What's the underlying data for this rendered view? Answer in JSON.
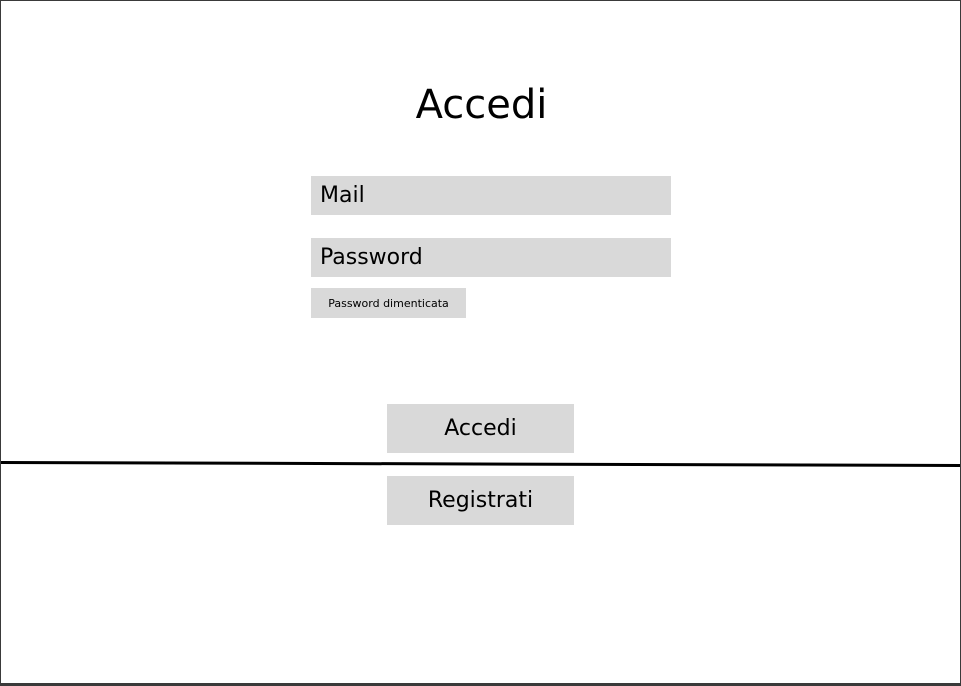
{
  "login": {
    "title": "Accedi",
    "mail_placeholder": "Mail",
    "password_placeholder": "Password",
    "forgot_password_label": "Password dimenticata",
    "login_button_label": "Accedi",
    "register_button_label": "Registrati"
  },
  "colors": {
    "field_background": "#d9d9d9",
    "page_background": "#ffffff",
    "text": "#000000",
    "divider": "#000000"
  }
}
